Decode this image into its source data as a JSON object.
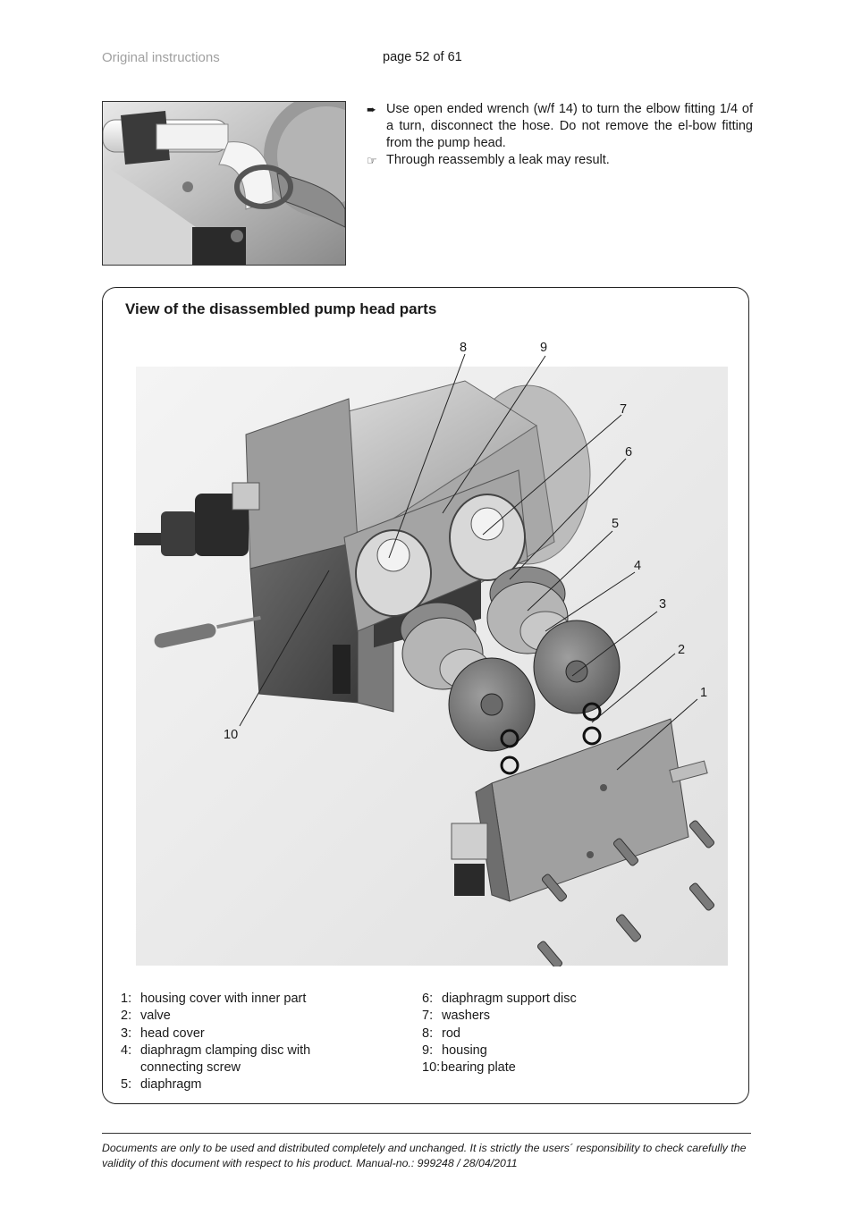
{
  "header": {
    "left": "Original instructions",
    "page": "page 52 of 61"
  },
  "instructions": [
    {
      "icon": "arrow-right-icon",
      "symbol": "➨",
      "text": "Use open ended wrench (w/f 14) to turn the elbow fitting 1/4 of a turn, disconnect the hose. Do not remove the el-bow fitting from the pump head."
    },
    {
      "icon": "pointing-hand-icon",
      "symbol": "☞",
      "text": "Through reassembly a leak may result."
    }
  ],
  "panel": {
    "title": "View of the disassembled pump head parts",
    "callouts": [
      "1",
      "2",
      "3",
      "4",
      "5",
      "6",
      "7",
      "8",
      "9",
      "10"
    ],
    "legend_left": [
      {
        "num": "1:",
        "text": "housing cover with inner part"
      },
      {
        "num": "2:",
        "text": "valve"
      },
      {
        "num": "3:",
        "text": "head cover"
      },
      {
        "num": "4:",
        "text": "diaphragm clamping disc with connecting screw"
      },
      {
        "num": "5:",
        "text": "diaphragm"
      }
    ],
    "legend_right": [
      {
        "num": "6:",
        "text": "diaphragm support disc"
      },
      {
        "num": "7:",
        "text": "washers"
      },
      {
        "num": "8:",
        "text": "rod"
      },
      {
        "num": "9:",
        "text": "housing"
      },
      {
        "num": "10:",
        "text": "bearing plate"
      }
    ]
  },
  "footer": {
    "text": "Documents are only to be used and distributed completely and unchanged. It is strictly the users´ responsibility to check carefully the validity of this document with respect to his product.  Manual-no.: 999248 / 28/04/2011"
  }
}
